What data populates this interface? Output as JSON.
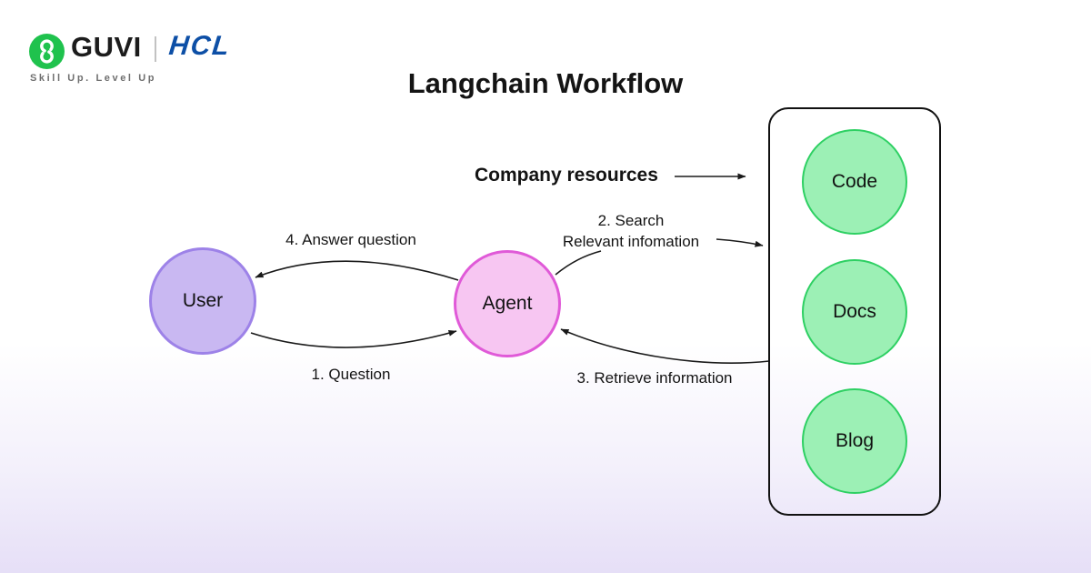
{
  "header": {
    "brand": "GUVI",
    "partner": "HCL",
    "tagline": "Skill Up. Level Up",
    "brand_green": "#1fc24d",
    "partner_blue": "#0d4fa6"
  },
  "title": "Langchain Workflow",
  "diagram": {
    "user_label": "User",
    "agent_label": "Agent",
    "resources_label": "Company resources",
    "resources": [
      {
        "label": "Code"
      },
      {
        "label": "Docs"
      },
      {
        "label": "Blog"
      }
    ],
    "steps": {
      "step1": "1. Question",
      "step2_line1": "2. Search",
      "step2_line2": "Relevant infomation",
      "step3": "3. Retrieve information",
      "step4": "4. Answer question"
    },
    "colors": {
      "user_fill": "#c9b8f2",
      "user_border": "#9d82e8",
      "agent_fill": "#f7c6f2",
      "agent_border": "#e05ad8",
      "resource_fill": "#9cf0b5",
      "resource_border": "#2ed063",
      "arrow": "#1a1a1a",
      "background_bottom": "#e6dff7"
    }
  }
}
